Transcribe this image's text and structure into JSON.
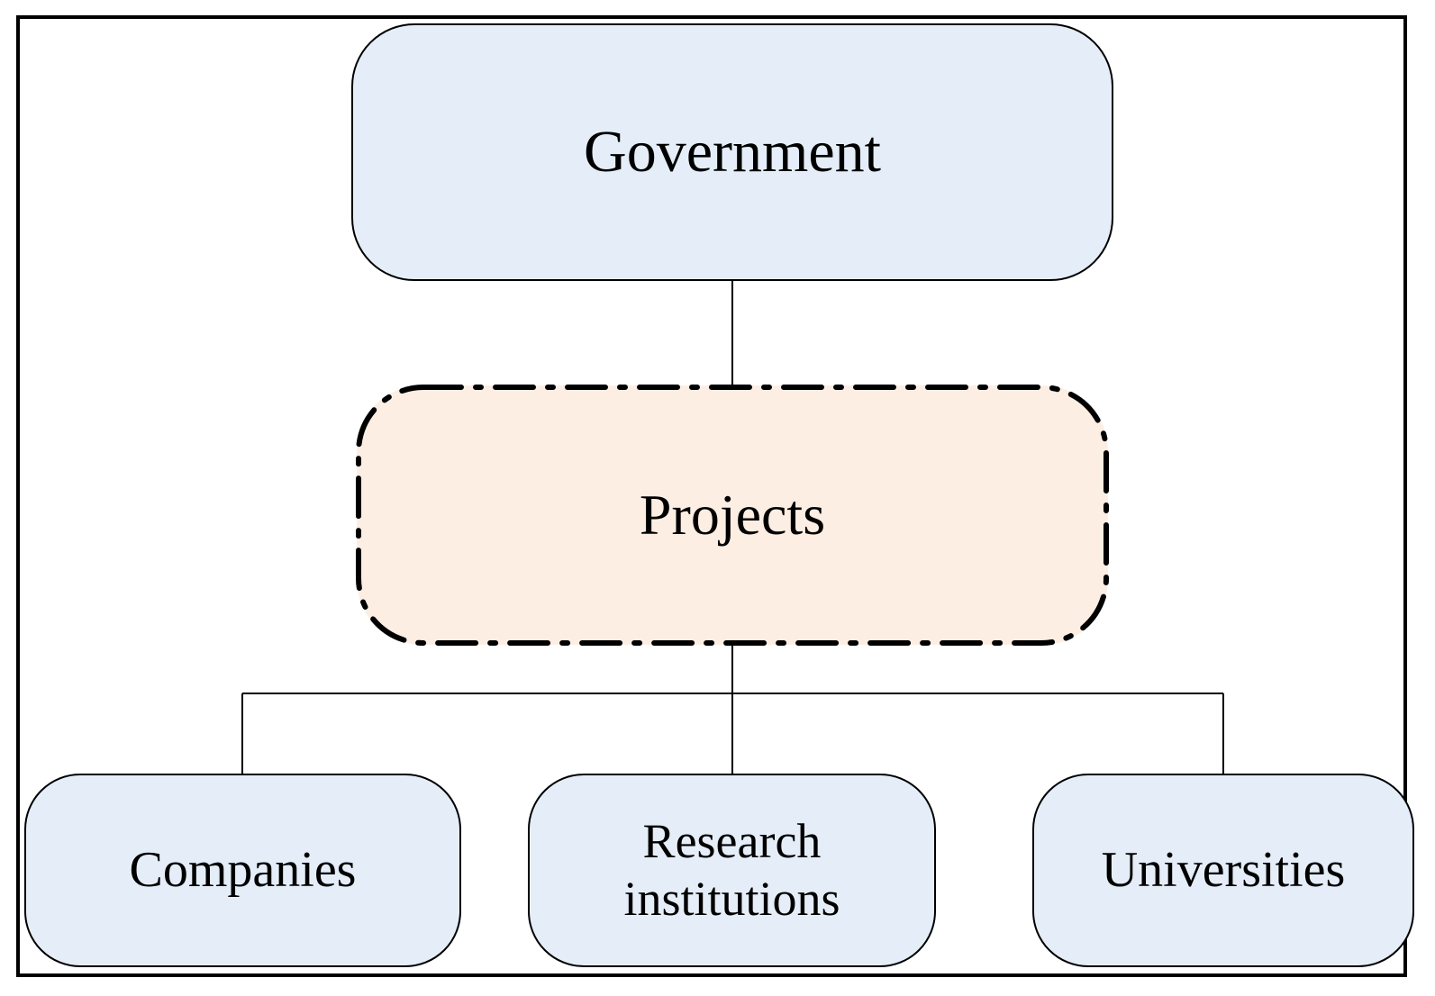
{
  "colors": {
    "top_fill": "#e5eef8",
    "middle_fill": "#fdeee3",
    "bottom_fill": "#e5eef8",
    "stroke": "#000000"
  },
  "diagram": {
    "top": {
      "label": "Government"
    },
    "middle": {
      "label": "Projects"
    },
    "bottom": [
      {
        "label": "Companies"
      },
      {
        "label": "Research institutions",
        "lines": [
          "Research",
          "institutions"
        ]
      },
      {
        "label": "Universities"
      }
    ]
  }
}
